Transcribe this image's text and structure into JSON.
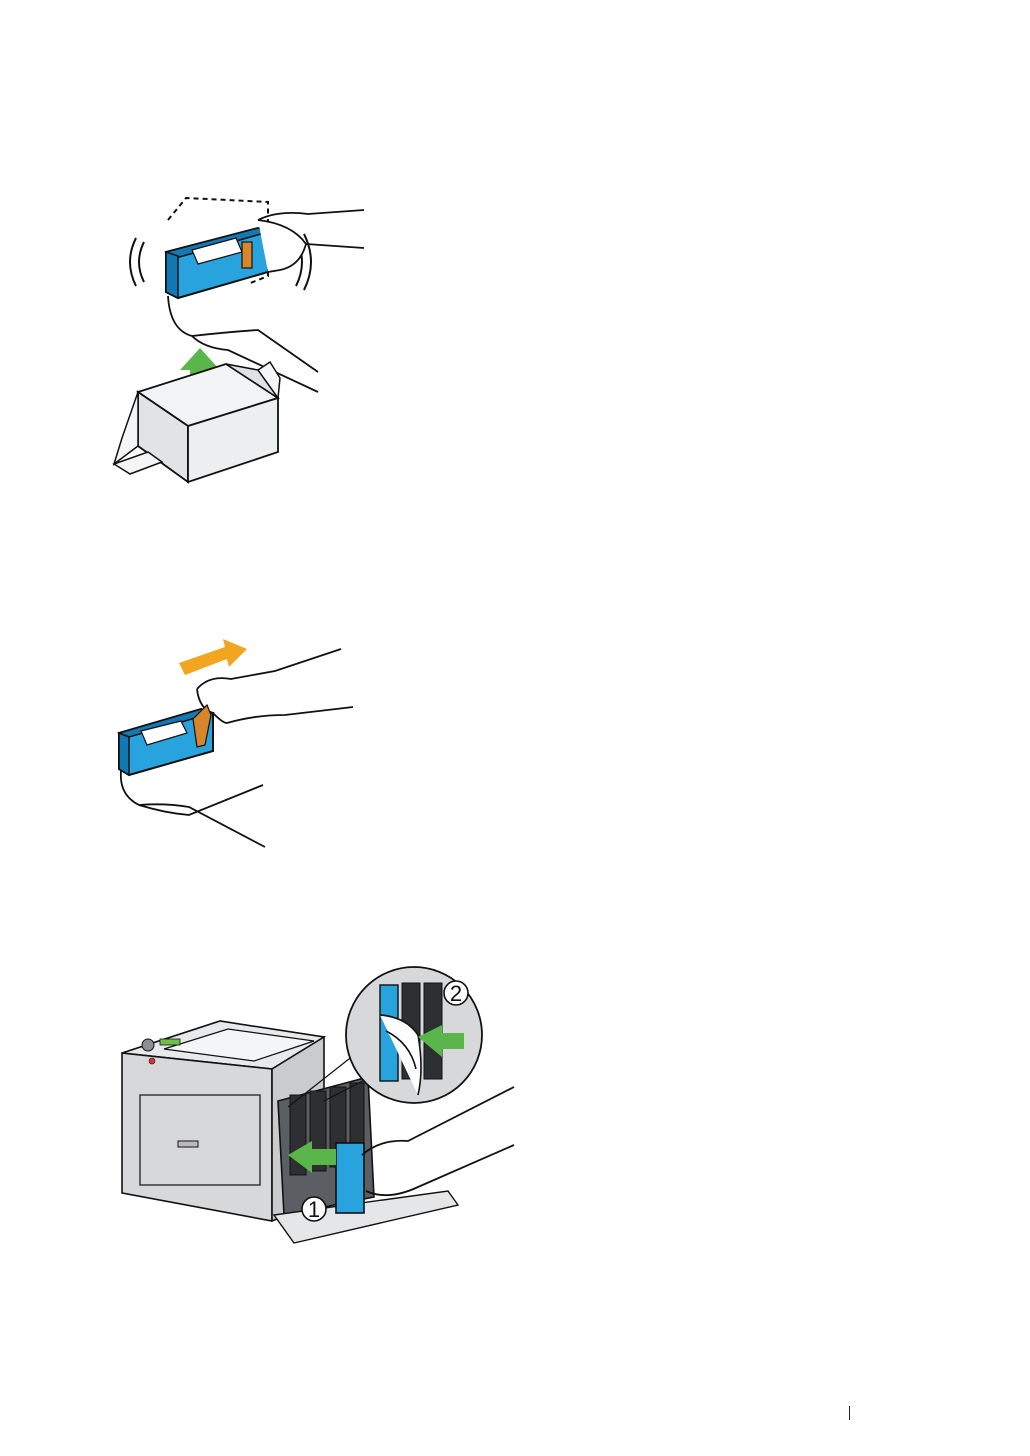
{
  "figures": [
    {
      "name": "shake-cartridge-figure",
      "icon": "shake-toner-cartridge-illustration"
    },
    {
      "name": "remove-seal-figure",
      "icon": "pull-protective-tab-illustration"
    },
    {
      "name": "insert-cartridge-figure",
      "icon": "insert-cartridge-into-printer-illustration"
    }
  ],
  "callouts": {
    "step1": "1",
    "step2": "2"
  },
  "colors": {
    "cartridge": "#29a3dd",
    "cartridge_dark": "#1478b5",
    "tab": "#d8862b",
    "arrow_green": "#5ab64a",
    "arrow_orange": "#f2a61f",
    "printer_body": "#d6d8da"
  }
}
